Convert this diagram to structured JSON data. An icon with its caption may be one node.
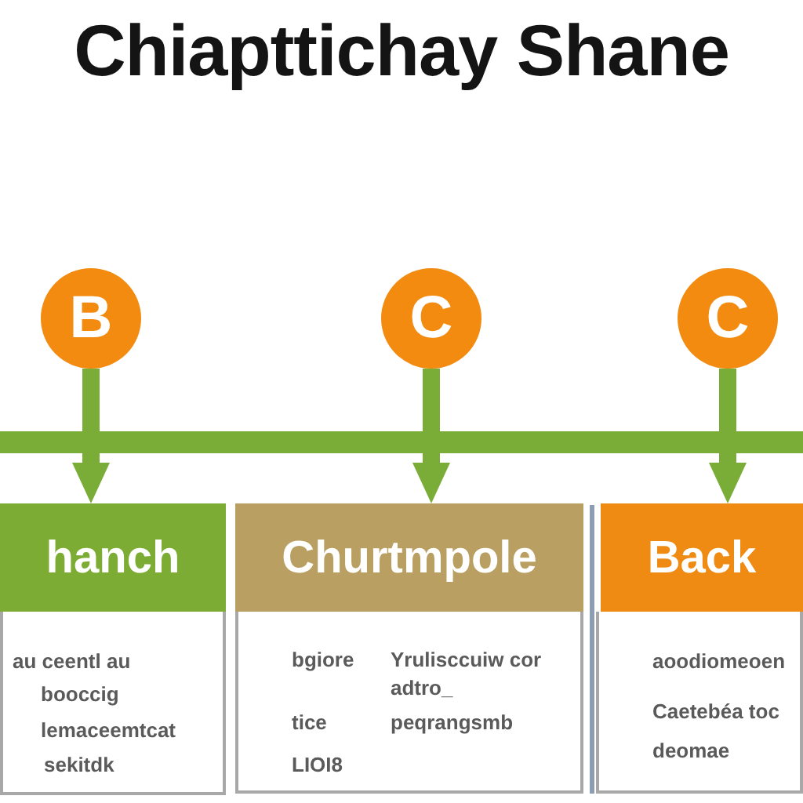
{
  "diagram": {
    "title": "Chiapttichay Shane",
    "nodes": [
      {
        "text": [
          "B"
        ]
      },
      {
        "text": [
          "C"
        ]
      },
      {
        "text": [
          "C"
        ]
      },
      {
        "text": [],
        "shape": "bar"
      },
      {
        "text": [
          "hanch"
        ]
      },
      {
        "text": [
          "au ceentl au",
          "booccig",
          "lemaceemtcat",
          "sekitdk"
        ]
      },
      {
        "text": [
          "Churtmpole"
        ]
      },
      {
        "text": [
          "bgiore",
          "Yrulisccuiw cor adtro_",
          "tice",
          "peqrangsmb",
          "LIOI8"
        ]
      },
      {
        "text": [
          "Back"
        ]
      },
      {
        "text": [
          "aoodiomeoen",
          "Caetebéa toc deomae"
        ]
      }
    ],
    "edges": [
      {
        "from": 0,
        "to": 3,
        "arrow": "none"
      },
      {
        "from": 3,
        "to": 4,
        "arrow": "to"
      },
      {
        "from": 1,
        "to": 3,
        "arrow": "none"
      },
      {
        "from": 3,
        "to": 6,
        "arrow": "to"
      },
      {
        "from": 2,
        "to": 3,
        "arrow": "none"
      },
      {
        "from": 3,
        "to": 8,
        "arrow": "to"
      }
    ]
  }
}
